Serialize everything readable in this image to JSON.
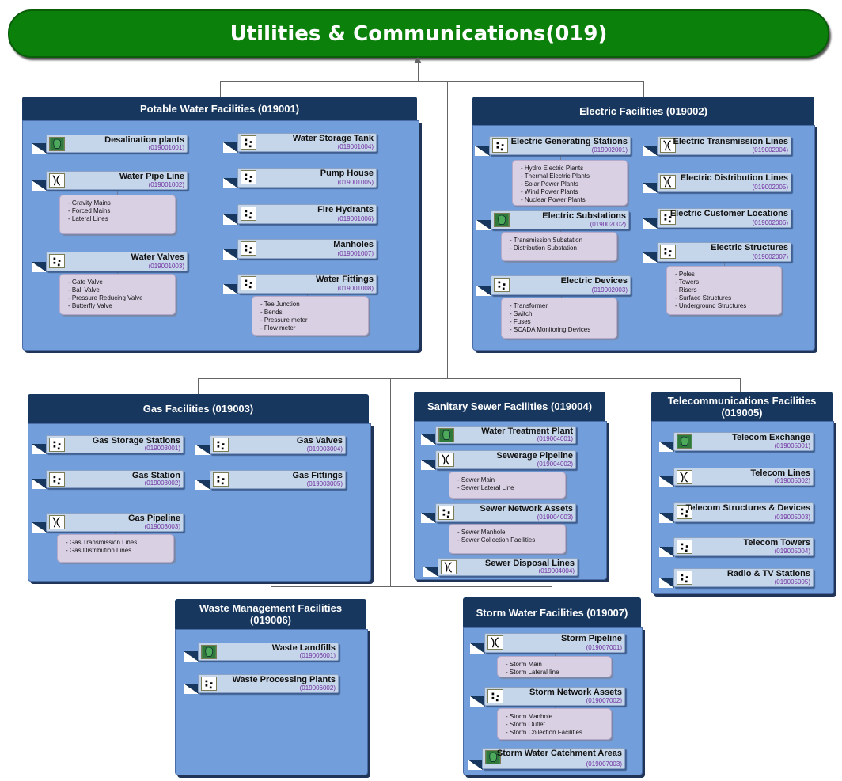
{
  "title": "Utilities & Communications(019)",
  "sections": [
    {
      "title": "Potable Water Facilities (019001)",
      "items": [
        {
          "name": "Desalination plants",
          "code": "(019001001)",
          "icon": "plant-icon",
          "sub": []
        },
        {
          "name": "Water Pipe Line",
          "code": "(019001002)",
          "icon": "pipeline-icon",
          "sub": [
            "- Gravity Mains",
            "- Forced Mains",
            "- Lateral Lines"
          ]
        },
        {
          "name": "Water Valves",
          "code": "(019001003)",
          "icon": "point-icon",
          "sub": [
            "- Gate Valve",
            "- Ball Valve",
            "- Pressure Reducing Valve",
            "- Butterfly Valve"
          ]
        },
        {
          "name": "Water Storage Tank",
          "code": "(019001004)",
          "icon": "point-icon",
          "sub": []
        },
        {
          "name": "Pump House",
          "code": "(019001005)",
          "icon": "point-icon",
          "sub": []
        },
        {
          "name": "Fire Hydrants",
          "code": "(019001006)",
          "icon": "point-icon",
          "sub": []
        },
        {
          "name": "Manholes",
          "code": "(019001007)",
          "icon": "point-icon",
          "sub": []
        },
        {
          "name": "Water Fittings",
          "code": "(019001008)",
          "icon": "point-icon",
          "sub": [
            "- Tee Junction",
            "- Bends",
            "- Pressure meter",
            "- Flow meter"
          ]
        }
      ]
    },
    {
      "title": "Electric Facilities (019002)",
      "items": [
        {
          "name": "Electric Generating Stations",
          "code": "(019002001)",
          "icon": "point-icon",
          "sub": [
            "- Hydro Electric Plants",
            "- Thermal Electric Plants",
            "- Solar Power Plants",
            "- Wind Power Plants",
            "- Nuclear Power Plants"
          ]
        },
        {
          "name": "Electric Substations",
          "code": "(019002002)",
          "icon": "plant-icon",
          "sub": [
            "- Transmission Substation",
            "- Distribution Substation"
          ]
        },
        {
          "name": "Electric Devices",
          "code": "(019002003)",
          "icon": "point-icon",
          "sub": [
            "- Transformer",
            "- Switch",
            "- Fuses",
            "- SCADA Monitoring Devices"
          ]
        },
        {
          "name": "Electric Transmission Lines",
          "code": "(019002004)",
          "icon": "pipeline-icon",
          "sub": []
        },
        {
          "name": "Electric Distribution Lines",
          "code": "(019002005)",
          "icon": "pipeline-icon",
          "sub": []
        },
        {
          "name": "Electric Customer Locations",
          "code": "(019002006)",
          "icon": "point-icon",
          "sub": []
        },
        {
          "name": "Electric Structures",
          "code": "(019002007)",
          "icon": "point-icon",
          "sub": [
            "- Poles",
            "- Towers",
            "- Risers",
            "- Surface Structures",
            "- Underground Structures"
          ]
        }
      ]
    },
    {
      "title": "Gas Facilities (019003)",
      "items": [
        {
          "name": "Gas Storage Stations",
          "code": "(019003001)",
          "icon": "point-icon",
          "sub": []
        },
        {
          "name": "Gas Station",
          "code": "(019003002)",
          "icon": "point-icon",
          "sub": []
        },
        {
          "name": "Gas Pipeline",
          "code": "(019003003)",
          "icon": "pipeline-icon",
          "sub": [
            "- Gas Transmission Lines",
            "- Gas Distribution Lines"
          ]
        },
        {
          "name": "Gas Valves",
          "code": "(019003004)",
          "icon": "point-icon",
          "sub": []
        },
        {
          "name": "Gas Fittings",
          "code": "(019003005)",
          "icon": "point-icon",
          "sub": []
        }
      ]
    },
    {
      "title": "Sanitary Sewer Facilities (019004)",
      "items": [
        {
          "name": "Water Treatment Plant",
          "code": "(019004001)",
          "icon": "plant-icon",
          "sub": []
        },
        {
          "name": "Sewerage Pipeline",
          "code": "(019004002)",
          "icon": "pipeline-icon",
          "sub": [
            "- Sewer Main",
            "- Sewer Lateral Line"
          ]
        },
        {
          "name": "Sewer Network Assets",
          "code": "(019004003)",
          "icon": "point-icon",
          "sub": [
            "- Sewer Manhole",
            "- Sewer Collection Facilities"
          ]
        },
        {
          "name": "Sewer Disposal Lines",
          "code": "(019004004)",
          "icon": "pipeline-icon",
          "sub": []
        }
      ]
    },
    {
      "title": "Telecommunications Facilities (019005)",
      "items": [
        {
          "name": "Telecom Exchange",
          "code": "(019005001)",
          "icon": "plant-icon",
          "sub": []
        },
        {
          "name": "Telecom Lines",
          "code": "(019005002)",
          "icon": "pipeline-icon",
          "sub": []
        },
        {
          "name": "Telecom Structures & Devices",
          "code": "(019005003)",
          "icon": "point-icon",
          "sub": []
        },
        {
          "name": "Telecom Towers",
          "code": "(019005004)",
          "icon": "point-icon",
          "sub": []
        },
        {
          "name": "Radio & TV Stations",
          "code": "(019005005)",
          "icon": "point-icon",
          "sub": []
        }
      ]
    },
    {
      "title": "Waste Management Facilities (019006)",
      "items": [
        {
          "name": "Waste Landfills",
          "code": "(019006001)",
          "icon": "plant-icon",
          "sub": []
        },
        {
          "name": "Waste Processing Plants",
          "code": "(019006002)",
          "icon": "point-icon",
          "sub": []
        }
      ]
    },
    {
      "title": "Storm Water Facilities (019007)",
      "items": [
        {
          "name": "Storm Pipeline",
          "code": "(019007001)",
          "icon": "pipeline-icon",
          "sub": [
            "- Storm Main",
            "- Storm Lateral line"
          ]
        },
        {
          "name": "Storm Network Assets",
          "code": "(019007002)",
          "icon": "point-icon",
          "sub": [
            "- Storm Manhole",
            "- Storm Outlet",
            "- Storm Collection Facilities"
          ]
        },
        {
          "name": "Storm Water Catchment Areas",
          "code": "(019007003)",
          "icon": "plant-icon",
          "sub": []
        }
      ]
    }
  ]
}
